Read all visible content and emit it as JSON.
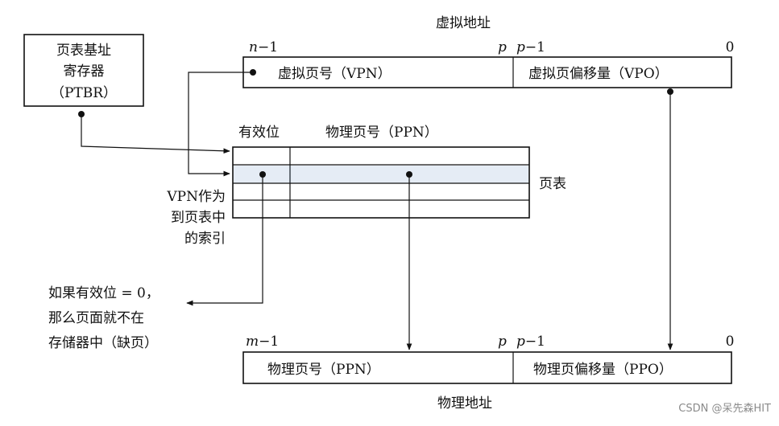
{
  "ptbr": {
    "line1": "页表基址",
    "line2": "寄存器",
    "line3": "（PTBR）"
  },
  "virtual_address": {
    "title": "虚拟地址",
    "bit_high_var": "n",
    "bit_high_suffix": "−1",
    "bit_split_left": "p",
    "bit_split_right_var": "p",
    "bit_split_right_suffix": "−1",
    "bit_low": "0",
    "vpn_label": "虚拟页号（VPN）",
    "vpo_label": "虚拟页偏移量（VPO）"
  },
  "page_table": {
    "valid_header": "有效位",
    "ppn_header": "物理页号（PPN）",
    "side_label": "页表",
    "highlight_color": "#2b5fb0"
  },
  "vpn_index_note": {
    "line1": "VPN作为",
    "line2": "到页表中",
    "line3": "的索引"
  },
  "page_fault_note": {
    "line1": "如果有效位 = 0，",
    "line2": "那么页面就不在",
    "line3": "存储器中（缺页）"
  },
  "physical_address": {
    "title": "物理地址",
    "bit_high_var": "m",
    "bit_high_suffix": "−1",
    "bit_split_left": "p",
    "bit_split_right_var": "p",
    "bit_split_right_suffix": "−1",
    "bit_low": "0",
    "ppn_label": "物理页号（PPN）",
    "ppo_label": "物理页偏移量（PPO）"
  },
  "watermark": "CSDN @呆先森HIT"
}
